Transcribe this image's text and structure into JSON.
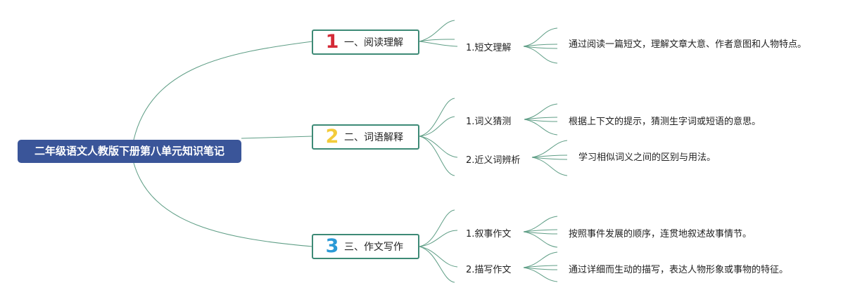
{
  "mindmap": {
    "root": "二年级语文人教版下册第八单元知识笔记",
    "branches": [
      {
        "number": "1",
        "number_color": "#d42a37",
        "title": "一、阅读理解",
        "items": [
          {
            "label": "1.短文理解",
            "description": "通过阅读一篇短文，理解文章大意、作者意图和人物特点。"
          }
        ]
      },
      {
        "number": "2",
        "number_color": "#f3cb3a",
        "title": "二、词语解释",
        "items": [
          {
            "label": "1.词义猜测",
            "description": "根据上下文的提示，猜测生字词或短语的意思。"
          },
          {
            "label": "2.近义词辨析",
            "description": "学习相似词义之间的区别与用法。"
          }
        ]
      },
      {
        "number": "3",
        "number_color": "#2b9ad6",
        "title": "三、作文写作",
        "items": [
          {
            "label": "1.叙事作文",
            "description": "按照事件发展的顺序，连贯地叙述故事情节。"
          },
          {
            "label": "2.描写作文",
            "description": "通过详细而生动的描写，表达人物形象或事物的特征。"
          }
        ]
      }
    ],
    "colors": {
      "root_fill": "#3a5599",
      "branch_border": "#3d8a76",
      "connector": "#5f9e86"
    }
  }
}
